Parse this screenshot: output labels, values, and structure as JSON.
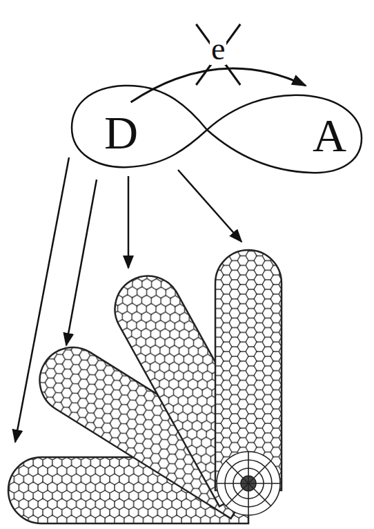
{
  "diagram": {
    "nodes": [
      {
        "text": [
          "D"
        ]
      },
      {
        "text": [
          "A"
        ]
      }
    ],
    "edges": [
      {
        "from": 0,
        "to": 1,
        "label": "e",
        "arrow": "to"
      }
    ]
  }
}
